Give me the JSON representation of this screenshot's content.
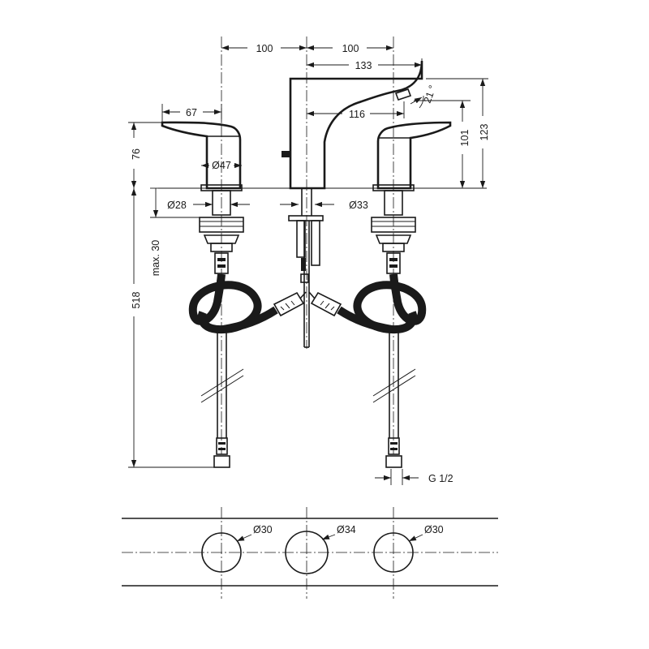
{
  "dimensions": {
    "spacing_left": "100",
    "spacing_right": "100",
    "spout_reach": "133",
    "spout_outlet": "116",
    "spout_angle": "21 °",
    "handle_length": "67",
    "handle_height": "76",
    "handle_diameter": "Ø47",
    "spout_height_outlet": "101",
    "spout_height_total": "123",
    "shank_diameter_valve": "Ø28",
    "shank_diameter_spout": "Ø33",
    "max_thickness": "max. 30",
    "hose_length": "518",
    "connection_thread": "G 1/2"
  },
  "holes": {
    "left": "Ø30",
    "center": "Ø34",
    "right": "Ø30"
  }
}
